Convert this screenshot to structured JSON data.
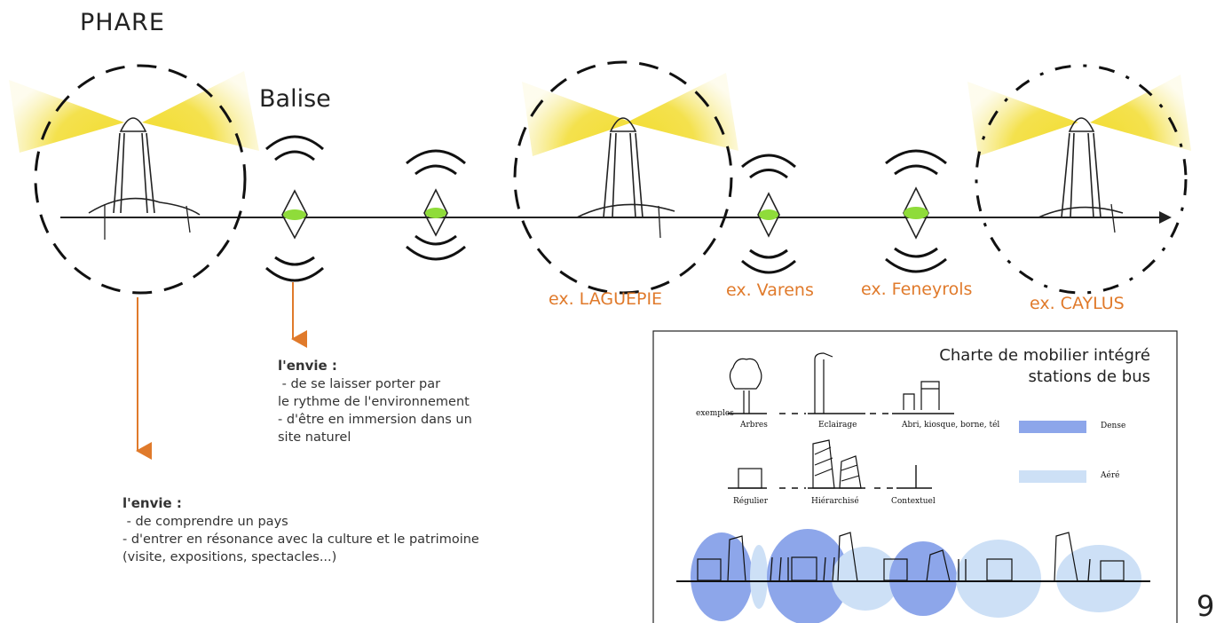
{
  "title": "PHARE",
  "balise_label": "Balise",
  "examples": [
    {
      "label": "ex. LAGUEPIE"
    },
    {
      "label": "ex. Varens"
    },
    {
      "label": "ex. Feneyrols"
    },
    {
      "label": "ex. CAYLUS"
    }
  ],
  "envie_balise": {
    "heading": "l'envie :",
    "lines": [
      " - de se laisser porter par",
      "le rythme de l'environnement",
      "- d'être en immersion dans un",
      "site naturel"
    ]
  },
  "envie_phare": {
    "heading": "l'envie :",
    "lines": [
      " - de comprendre un pays",
      "- d'entrer en résonance avec la culture et le patrimoine",
      "(visite, expositions, spectacles...)"
    ]
  },
  "charte": {
    "title_line1": "Charte de mobilier intégré",
    "title_line2": "stations de bus",
    "row1_prefix": "exemples",
    "row1_labels": [
      "Arbres",
      "Eclairage",
      "Abri, kiosque, borne, tél"
    ],
    "row2_labels": [
      "Régulier",
      "Hiérarchisé",
      "Contextuel"
    ],
    "legend": [
      {
        "label": "Dense",
        "color": "#8da6ea"
      },
      {
        "label": "Aéré",
        "color": "#cde0f6"
      }
    ]
  },
  "page_number": "9",
  "colors": {
    "accent_orange": "#e07a2b",
    "beam_yellow": "#f2dc2e",
    "beacon_green": "#8fdc3a"
  }
}
